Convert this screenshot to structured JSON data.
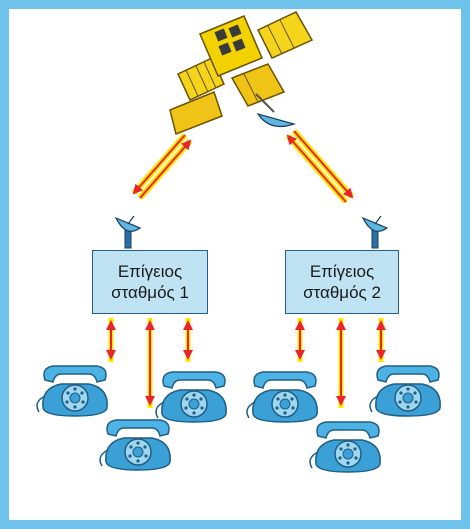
{
  "stations": [
    {
      "line1": "Επίγειος",
      "line2": "σταθμός 1"
    },
    {
      "line1": "Επίγειος",
      "line2": "σταθμός 2"
    }
  ],
  "colors": {
    "background_border": "#6fc3ea",
    "station_fill": "#bfe3f3",
    "arrow_red": "#e8252a",
    "arrow_yellow": "#ffe600",
    "phone_blue": "#3aa0d6",
    "satellite_yellow": "#f2d200"
  },
  "icons": [
    "satellite-icon",
    "dish-antenna-icon",
    "telephone-icon"
  ]
}
